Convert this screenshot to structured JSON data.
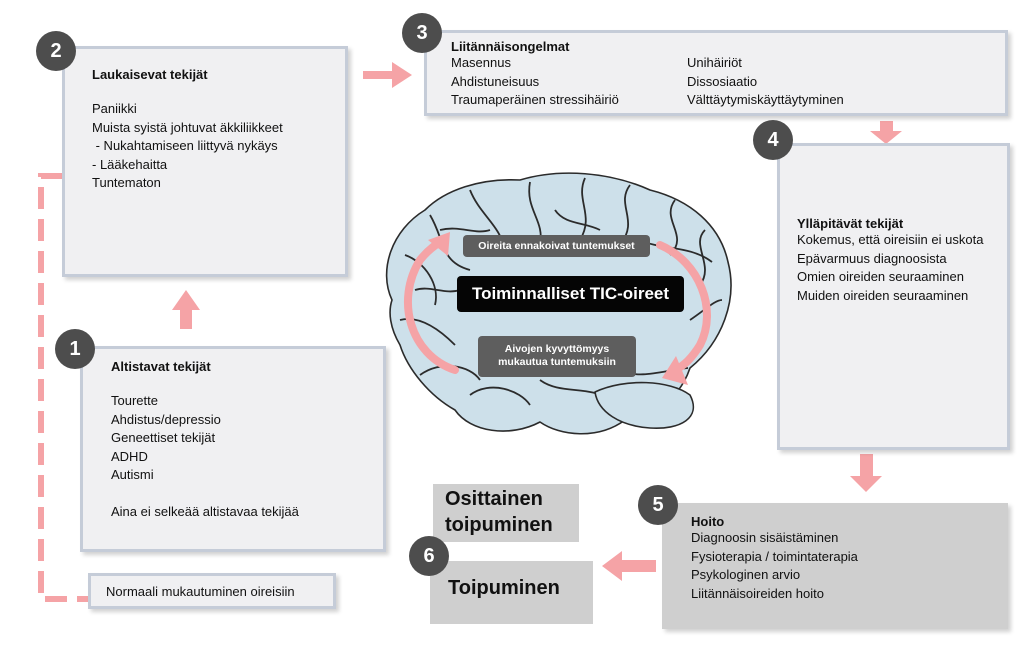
{
  "colors": {
    "arrow": "#f5a3a6",
    "badge": "#4d4d4d",
    "box_border": "#c5ccd8",
    "brain": "#cde0ea"
  },
  "step1": {
    "number": "1",
    "title": "Altistavat tekijät",
    "items": [
      "Tourette",
      "Ahdistus/depressio",
      "Geneettiset tekijät",
      "ADHD",
      "Autismi"
    ],
    "note": "Aina ei selkeää altistavaa tekijää"
  },
  "step2": {
    "number": "2",
    "title": "Laukaisevat tekijät",
    "items": [
      "Paniikki",
      "Muista syistä johtuvat äkkiliikkeet",
      " - Nukahtamiseen liittyvä nykäys",
      "- Lääkehaitta",
      "Tuntematon"
    ]
  },
  "step3": {
    "number": "3",
    "title": "Liitännäisongelmat",
    "left": [
      "Masennus",
      "Ahdistuneisuus",
      "Traumaperäinen stressihäiriö"
    ],
    "right": [
      "Unihäiriöt",
      "Dissosiaatio",
      "Välttäytymiskäyttäytyminen"
    ]
  },
  "step4": {
    "number": "4",
    "title": "Ylläpitävät tekijät",
    "items": [
      "Kokemus, että oireisiin ei uskota",
      "Epävarmuus diagnoosista",
      "Omien oireiden seuraaminen",
      "Muiden oireiden seuraaminen"
    ]
  },
  "step5": {
    "number": "5",
    "title": "Hoito",
    "items": [
      "Diagnoosin sisäistäminen",
      "Fysioterapia / toimintaterapia",
      "Psykologinen arvio",
      "Liitännäisoireiden hoito"
    ]
  },
  "step6": {
    "number": "6",
    "partial": [
      "Osittainen",
      "toipuminen"
    ],
    "full": "Toipuminen"
  },
  "normal": "Normaali mukautuminen oireisiin",
  "center": {
    "main": "Toiminnalliset TIC-oireet",
    "top_tag": "Oireita ennakoivat tuntemukset",
    "bottom_tag": [
      "Aivojen kyvyttömyys",
      "mukautua tuntemuksiin"
    ]
  }
}
